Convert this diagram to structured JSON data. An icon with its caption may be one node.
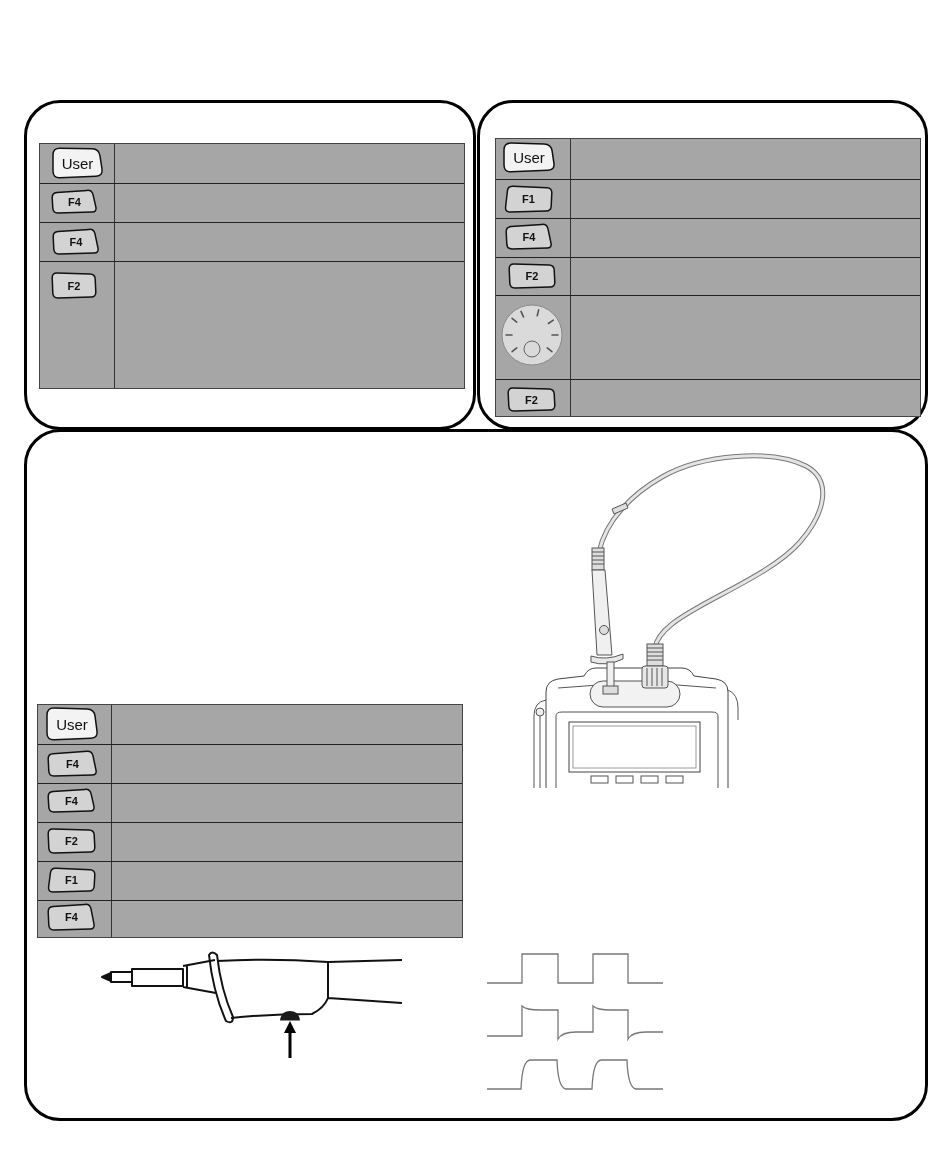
{
  "diagram": {
    "nodes": [
      {
        "text": [],
        "shape": "box"
      },
      {
        "text": [
          "User"
        ],
        "in": 0
      },
      {
        "text": [
          "F4"
        ],
        "in": 0
      },
      {
        "text": [
          "F4"
        ],
        "in": 0
      },
      {
        "text": [
          "F2"
        ],
        "in": 0
      },
      {
        "text": [],
        "shape": "box"
      },
      {
        "text": [
          "User"
        ],
        "in": 5
      },
      {
        "text": [
          "F1"
        ],
        "in": 5
      },
      {
        "text": [
          "F4"
        ],
        "in": 5
      },
      {
        "text": [
          "F2"
        ],
        "in": 5
      },
      {
        "text": [],
        "shape": "circle",
        "in": 5
      },
      {
        "text": [
          "F2"
        ],
        "in": 5
      },
      {
        "text": [],
        "shape": "box"
      },
      {
        "text": [
          "User"
        ],
        "in": 12
      },
      {
        "text": [
          "F4"
        ],
        "in": 12
      },
      {
        "text": [
          "F4"
        ],
        "in": 12
      },
      {
        "text": [
          "F2"
        ],
        "in": 12
      },
      {
        "text": [
          "F1"
        ],
        "in": 12
      },
      {
        "text": [
          "F4"
        ],
        "in": 12
      },
      {
        "text": [],
        "shape": "button",
        "in": 12
      }
    ],
    "edges": [
      {
        "from": null,
        "to": 19,
        "arrow": "to"
      }
    ]
  }
}
